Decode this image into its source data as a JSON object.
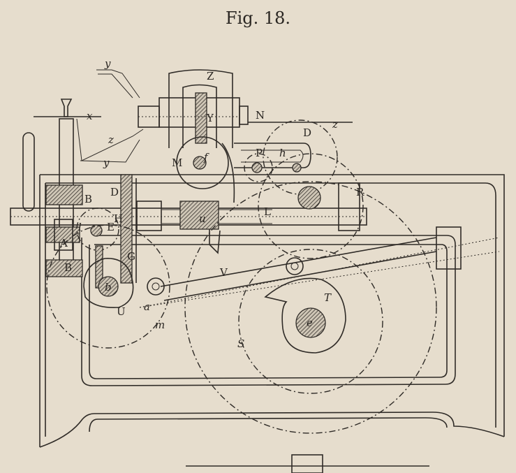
{
  "figure": {
    "title": "Fig. 18.",
    "labels": {
      "y_top": "y",
      "x": "x",
      "z_left": "z",
      "y_lower": "y",
      "Z": "Z",
      "Y": "Y",
      "N": "N",
      "z_right": "z",
      "M": "M",
      "f": "f",
      "P": "P",
      "h": "h",
      "D_top": "D",
      "B_top": "B",
      "H": "H",
      "u": "u",
      "L": "L",
      "A": "A",
      "D_left": "D",
      "E": "E",
      "l": "l",
      "R": "R",
      "G": "G",
      "B_low": "B",
      "b": "b",
      "U": "U",
      "a": "a",
      "m": "m",
      "V": "V",
      "T": "T",
      "e": "e",
      "S": "S"
    }
  }
}
